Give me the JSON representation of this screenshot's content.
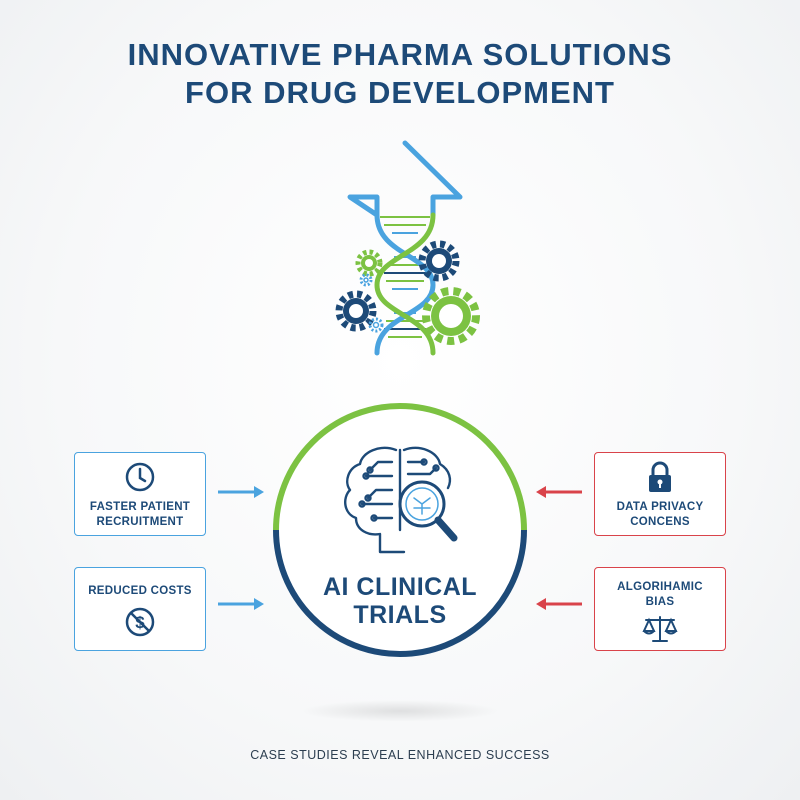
{
  "title": {
    "line1": "INNOVATIVE PHARMA SOLUTIONS",
    "line2": "FOR DRUG DEVELOPMENT"
  },
  "hero_icon": "dna-helix-with-gears-and-up-arrow",
  "hub": {
    "line1": "AI CLINICAL",
    "line2": "TRIALS",
    "icon": "brain-with-magnifier-icon"
  },
  "benefits": [
    {
      "line1": "FASTER PATIENT",
      "line2": "RECRUITMENT",
      "icon": "clock-icon"
    },
    {
      "line1": "REDUCED COSTS",
      "icon": "no-dollar-icon"
    }
  ],
  "risks": [
    {
      "line1": "DATA PRIVACY",
      "line2": "CONCENS",
      "icon": "lock-icon"
    },
    {
      "line1": "ALGORIHAMIC",
      "line2": "BIAS",
      "icon": "scales-icon"
    }
  ],
  "footer": "CASE STUDIES REVEAL ENHANCED SUCCESS",
  "colors": {
    "navy": "#1d4a78",
    "blue": "#4aa3df",
    "green": "#7cc242",
    "red": "#d9434a"
  }
}
